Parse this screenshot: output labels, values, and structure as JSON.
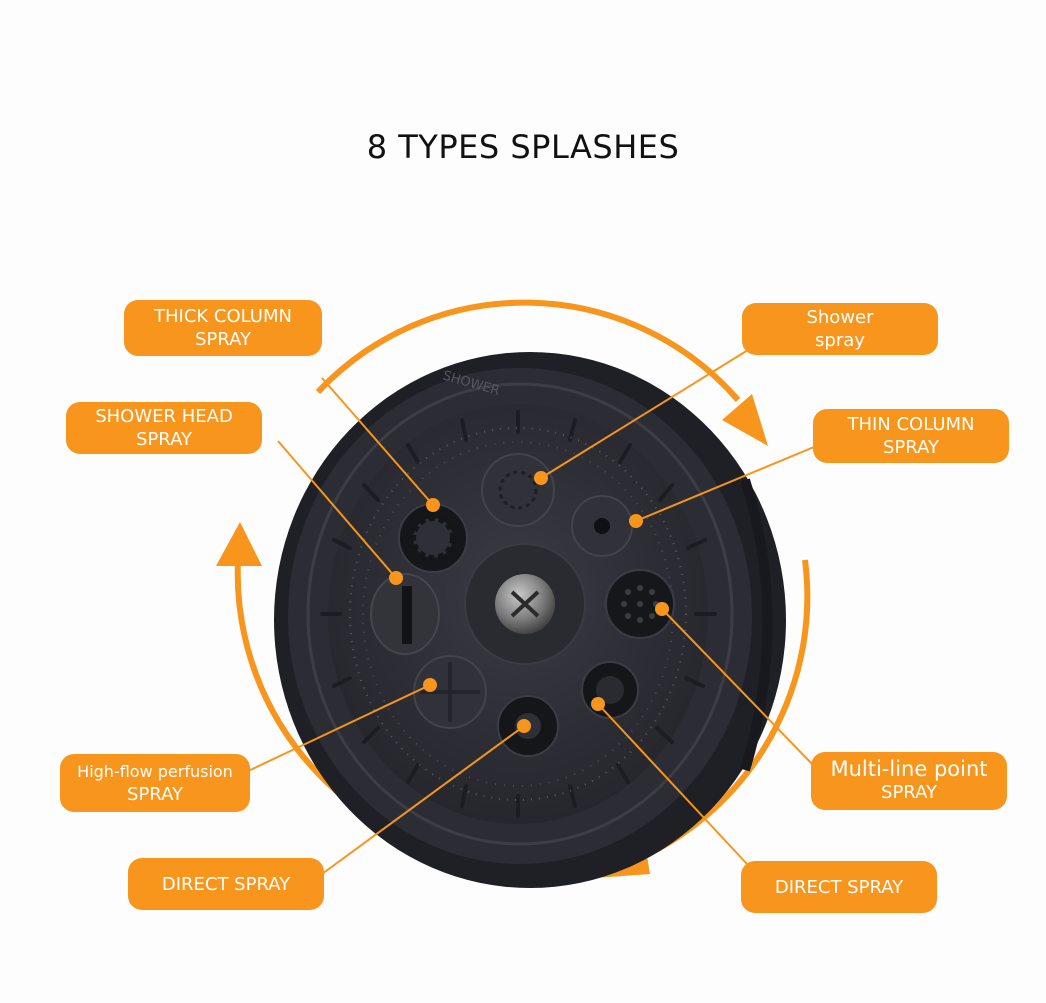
{
  "title": "8 TYPES SPLASHES",
  "accent_color": "#f7951d",
  "body_color": "#2b2c33",
  "labels": {
    "thick_column": {
      "line1": "THICK COLUMN",
      "line2": "SPRAY"
    },
    "shower": {
      "line1": "Shower",
      "line2": "spray"
    },
    "shower_head": {
      "line1": "SHOWER HEAD",
      "line2": "SPRAY"
    },
    "thin_column": {
      "line1": "THIN COLUMN",
      "line2": "SPRAY"
    },
    "high_flow": {
      "line1": "High-flow perfusion",
      "line2": "SPRAY"
    },
    "multi_line": {
      "line1": "Multi-line point",
      "line2": "SPRAY"
    },
    "direct_left": {
      "line1": "DIRECT SPRAY"
    },
    "direct_right": {
      "line1": "DIRECT SPRAY"
    }
  },
  "nozzle_ring_text": "SHOWER",
  "icons": [
    "arrow-cw-top-icon",
    "arrow-cw-right-icon",
    "arrow-up-left-icon",
    "arrow-down-right-icon",
    "screw-icon"
  ]
}
